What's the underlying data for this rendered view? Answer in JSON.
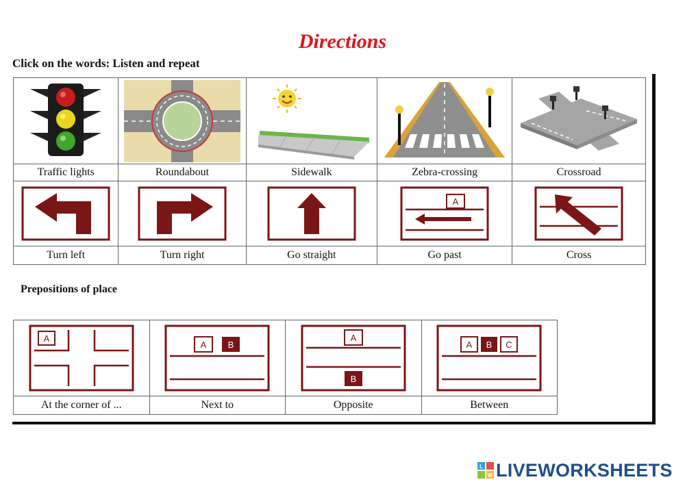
{
  "title": "Directions",
  "instruction": "Click on the words: Listen and repeat",
  "row1": [
    {
      "label": "Traffic lights",
      "icon": "traffic-light-icon"
    },
    {
      "label": "Roundabout",
      "icon": "roundabout-icon"
    },
    {
      "label": "Sidewalk",
      "icon": "sidewalk-icon"
    },
    {
      "label": "Zebra-crossing",
      "icon": "zebra-crossing-icon"
    },
    {
      "label": "Crossroad",
      "icon": "crossroad-icon"
    }
  ],
  "row2": [
    {
      "label": "Turn left",
      "icon": "turn-left-arrow-icon"
    },
    {
      "label": "Turn right",
      "icon": "turn-right-arrow-icon"
    },
    {
      "label": "Go straight",
      "icon": "straight-arrow-icon"
    },
    {
      "label": "Go past",
      "icon": "go-past-icon",
      "box": "A"
    },
    {
      "label": "Cross",
      "icon": "cross-arrow-icon"
    }
  ],
  "prepositions_heading": "Prepositions of place",
  "row3": [
    {
      "label": "At the corner of ...",
      "icon": "corner-icon",
      "boxes": [
        "A"
      ]
    },
    {
      "label": "Next to",
      "icon": "next-to-icon",
      "boxes": [
        "A",
        "B"
      ]
    },
    {
      "label": "Opposite",
      "icon": "opposite-icon",
      "boxes": [
        "A",
        "B"
      ]
    },
    {
      "label": "Between",
      "icon": "between-icon",
      "boxes": [
        "A",
        "B",
        "C"
      ]
    }
  ],
  "footer": {
    "brand": "LIVEWORKSHEETS",
    "logo_letters": [
      "L",
      "W"
    ]
  },
  "colors": {
    "title_red": "#e0151b",
    "sign_maroon": "#7a1616",
    "brand_blue": "#1f4e8c"
  }
}
